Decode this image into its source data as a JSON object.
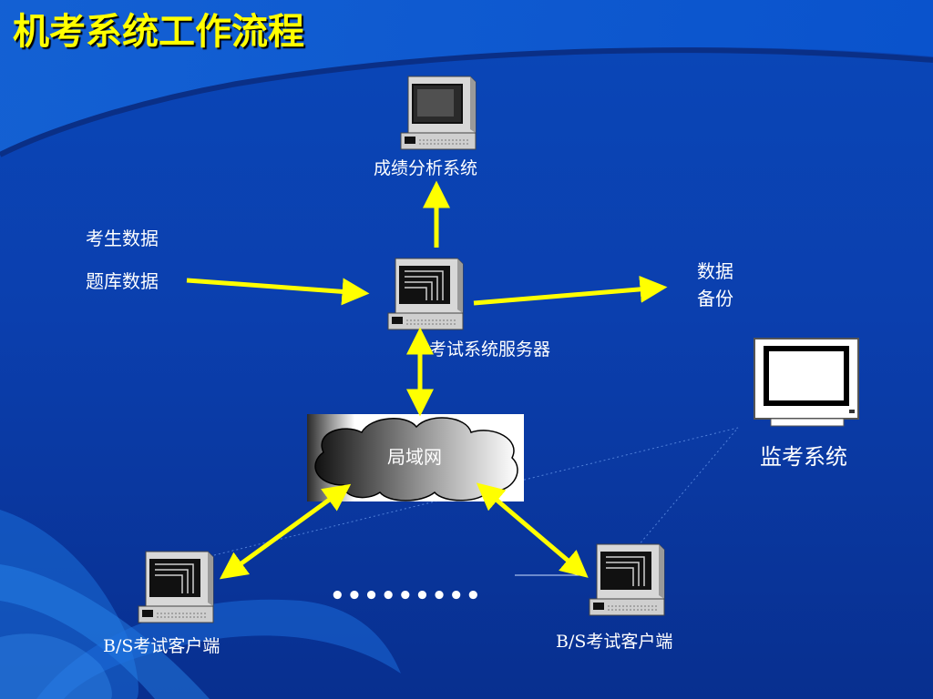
{
  "title": "机考系统工作流程",
  "nodes": {
    "analysis": "成绩分析系统",
    "student_data": "考生数据",
    "question_data": "题库数据",
    "server": "考试系统服务器",
    "backup_line1": "数据",
    "backup_line2": "备份",
    "monitor": "监考系统",
    "lan": "局域网",
    "client_left": "B/S考试客户端",
    "client_right": "B/S考试客户端",
    "ellipsis": "•••••••••"
  },
  "colors": {
    "arrow": "#ffff00",
    "title": "#ffff00",
    "text": "#ffffff",
    "background": "#0b3fae"
  },
  "icons": [
    "computer-icon",
    "monitor-icon",
    "cloud-icon"
  ]
}
